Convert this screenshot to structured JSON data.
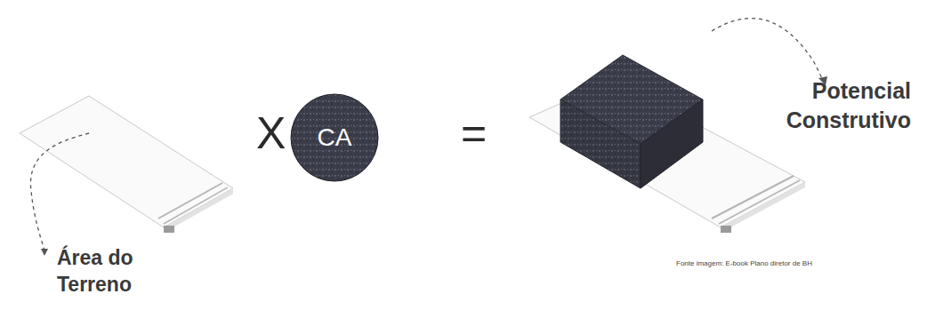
{
  "diagram": {
    "nodes": [
      {
        "text": [
          "CA"
        ]
      }
    ],
    "labels": [
      "X",
      "=",
      "Potencial Construtivo",
      "Área do Terreno",
      "Fonte imagem: E-book Plano diretor de BH"
    ]
  }
}
